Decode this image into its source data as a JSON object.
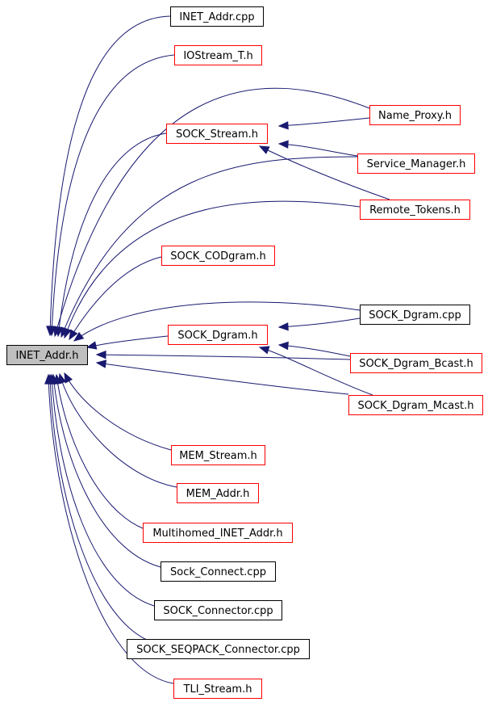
{
  "colors": {
    "edge": "#191970",
    "root_fill": "#bfbfbf",
    "root_border": "#000000",
    "documented_border": "#000000",
    "undocumented_border": "#ff0000",
    "node_fill": "#ffffff"
  },
  "nodes": [
    {
      "id": "inet_addr_h",
      "label": "INET_Addr.h",
      "style": "root",
      "clickable": false
    },
    {
      "id": "inet_addr_cpp",
      "label": "INET_Addr.cpp",
      "style": "documented",
      "clickable": true
    },
    {
      "id": "iostream_t_h",
      "label": "IOStream_T.h",
      "style": "undocumented",
      "clickable": true
    },
    {
      "id": "sock_stream_h",
      "label": "SOCK_Stream.h",
      "style": "undocumented",
      "clickable": true
    },
    {
      "id": "name_proxy_h",
      "label": "Name_Proxy.h",
      "style": "undocumented",
      "clickable": true
    },
    {
      "id": "service_manager_h",
      "label": "Service_Manager.h",
      "style": "undocumented",
      "clickable": true
    },
    {
      "id": "remote_tokens_h",
      "label": "Remote_Tokens.h",
      "style": "undocumented",
      "clickable": true
    },
    {
      "id": "sock_codgram_h",
      "label": "SOCK_CODgram.h",
      "style": "undocumented",
      "clickable": true
    },
    {
      "id": "sock_dgram_cpp",
      "label": "SOCK_Dgram.cpp",
      "style": "documented",
      "clickable": true
    },
    {
      "id": "sock_dgram_h",
      "label": "SOCK_Dgram.h",
      "style": "undocumented",
      "clickable": true
    },
    {
      "id": "sock_dgram_bcast_h",
      "label": "SOCK_Dgram_Bcast.h",
      "style": "undocumented",
      "clickable": true
    },
    {
      "id": "sock_dgram_mcast_h",
      "label": "SOCK_Dgram_Mcast.h",
      "style": "undocumented",
      "clickable": true
    },
    {
      "id": "mem_stream_h",
      "label": "MEM_Stream.h",
      "style": "undocumented",
      "clickable": true
    },
    {
      "id": "mem_addr_h",
      "label": "MEM_Addr.h",
      "style": "undocumented",
      "clickable": true
    },
    {
      "id": "multihomed_inet_addr_h",
      "label": "Multihomed_INET_Addr.h",
      "style": "undocumented",
      "clickable": true
    },
    {
      "id": "sock_connect_cpp",
      "label": "Sock_Connect.cpp",
      "style": "documented",
      "clickable": true
    },
    {
      "id": "sock_connector_cpp",
      "label": "SOCK_Connector.cpp",
      "style": "documented",
      "clickable": true
    },
    {
      "id": "sock_seqpack_connector_cpp",
      "label": "SOCK_SEQPACK_Connector.cpp",
      "style": "documented",
      "clickable": true
    },
    {
      "id": "tli_stream_h",
      "label": "TLI_Stream.h",
      "style": "undocumented",
      "clickable": true
    }
  ],
  "edges": [
    {
      "from": "inet_addr_cpp",
      "to": "inet_addr_h"
    },
    {
      "from": "iostream_t_h",
      "to": "inet_addr_h"
    },
    {
      "from": "name_proxy_h",
      "to": "inet_addr_h"
    },
    {
      "from": "sock_stream_h",
      "to": "inet_addr_h"
    },
    {
      "from": "service_manager_h",
      "to": "inet_addr_h"
    },
    {
      "from": "remote_tokens_h",
      "to": "inet_addr_h"
    },
    {
      "from": "sock_codgram_h",
      "to": "inet_addr_h"
    },
    {
      "from": "sock_dgram_cpp",
      "to": "inet_addr_h"
    },
    {
      "from": "sock_dgram_h",
      "to": "inet_addr_h"
    },
    {
      "from": "sock_dgram_bcast_h",
      "to": "inet_addr_h"
    },
    {
      "from": "sock_dgram_mcast_h",
      "to": "inet_addr_h"
    },
    {
      "from": "mem_stream_h",
      "to": "inet_addr_h"
    },
    {
      "from": "mem_addr_h",
      "to": "inet_addr_h"
    },
    {
      "from": "multihomed_inet_addr_h",
      "to": "inet_addr_h"
    },
    {
      "from": "sock_connect_cpp",
      "to": "inet_addr_h"
    },
    {
      "from": "sock_connector_cpp",
      "to": "inet_addr_h"
    },
    {
      "from": "sock_seqpack_connector_cpp",
      "to": "inet_addr_h"
    },
    {
      "from": "tli_stream_h",
      "to": "inet_addr_h"
    },
    {
      "from": "name_proxy_h",
      "to": "sock_stream_h"
    },
    {
      "from": "service_manager_h",
      "to": "sock_stream_h"
    },
    {
      "from": "remote_tokens_h",
      "to": "sock_stream_h"
    },
    {
      "from": "sock_dgram_cpp",
      "to": "sock_dgram_h"
    },
    {
      "from": "sock_dgram_bcast_h",
      "to": "sock_dgram_h"
    },
    {
      "from": "sock_dgram_mcast_h",
      "to": "sock_dgram_h"
    }
  ]
}
